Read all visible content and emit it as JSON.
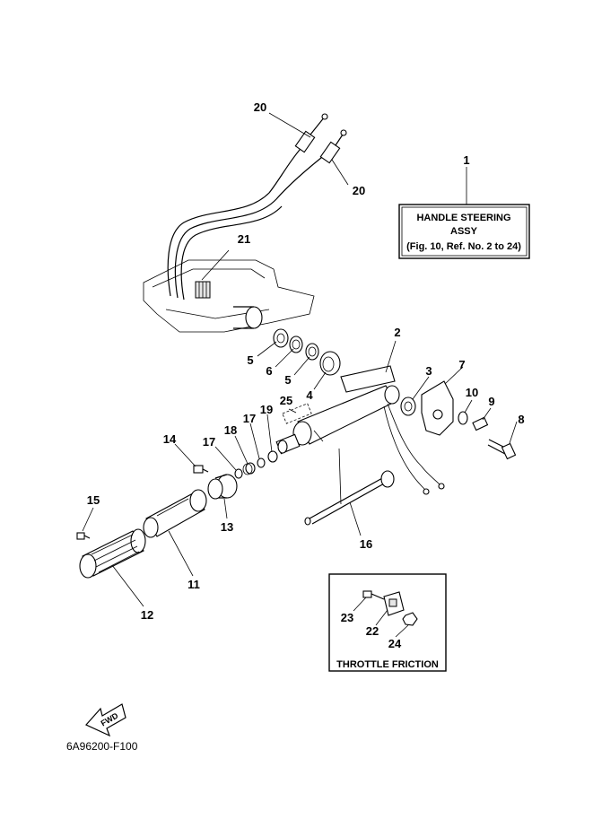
{
  "assembly_box": {
    "ref": "1",
    "line1": "HANDLE STEERING",
    "line2": "ASSY",
    "line3": "(Fig. 10, Ref. No. 2 to 24)"
  },
  "throttle_box": {
    "title": "THROTTLE FRICTION"
  },
  "callouts": {
    "c1": "1",
    "c2": "2",
    "c3": "3",
    "c4": "4",
    "c5a": "5",
    "c5b": "5",
    "c6": "6",
    "c7": "7",
    "c8": "8",
    "c9": "9",
    "c10": "10",
    "c11": "11",
    "c12": "12",
    "c13": "13",
    "c14": "14",
    "c15": "15",
    "c16": "16",
    "c17a": "17",
    "c17b": "17",
    "c18": "18",
    "c19": "19",
    "c20a": "20",
    "c20b": "20",
    "c21": "21",
    "c22": "22",
    "c23": "23",
    "c24": "24",
    "c25": "25"
  },
  "fwd_label": "FWD",
  "diagram_code": "6A96200-F100"
}
